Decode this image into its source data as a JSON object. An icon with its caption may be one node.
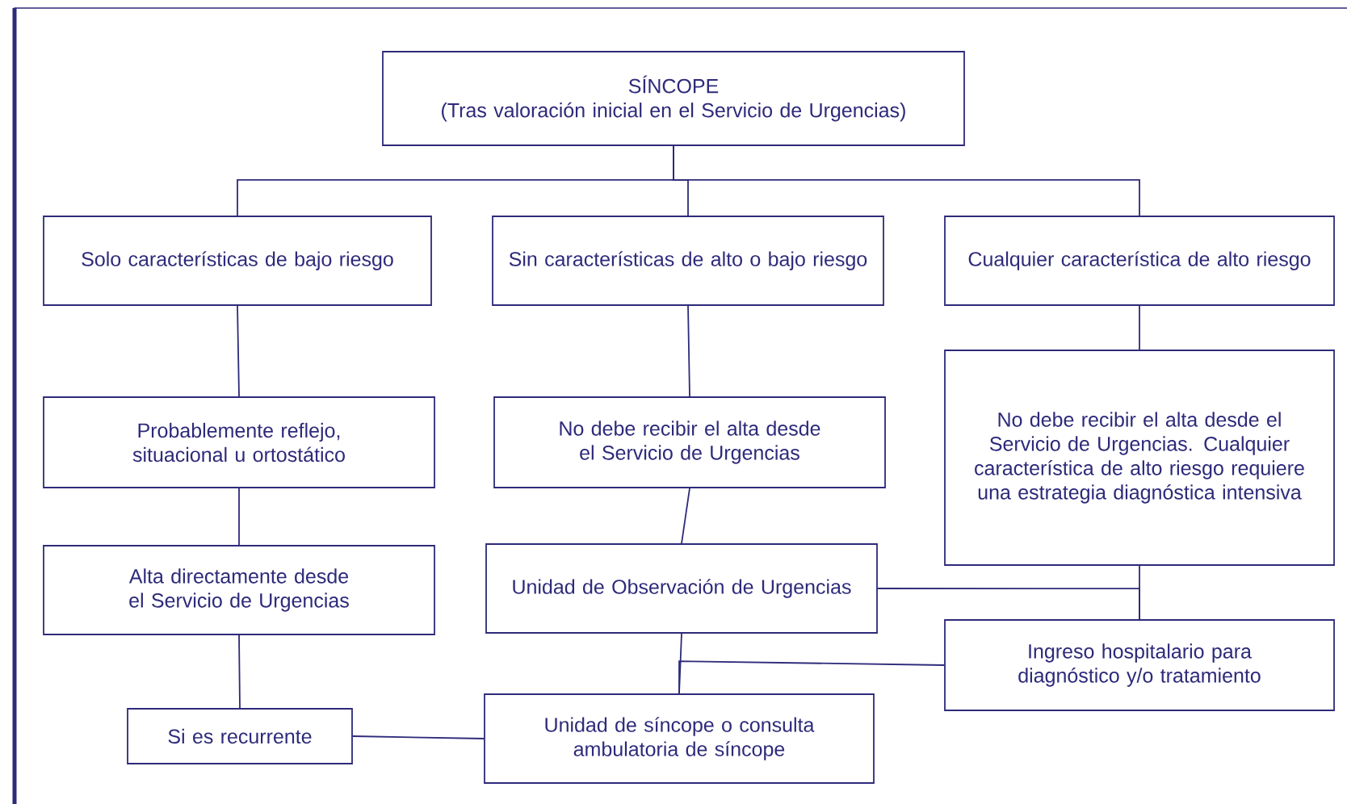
{
  "diagram": {
    "nodes": [
      {
        "text": [
          "SÍNCOPE",
          "(Tras valoración inicial en el Servicio de Urgencias)"
        ]
      },
      {
        "text": [
          "Solo características de bajo riesgo"
        ]
      },
      {
        "text": [
          "Sin características de alto o bajo riesgo"
        ]
      },
      {
        "text": [
          "Cualquier característica de alto riesgo"
        ]
      },
      {
        "text": [
          "Probablemente reflejo, situacional u ortostático"
        ]
      },
      {
        "text": [
          "No debe recibir el alta desde el Servicio de Urgencias"
        ]
      },
      {
        "text": [
          "No debe recibir el alta desde el Servicio de Urgencias. Cualquier característica de alto riesgo requiere una estrategia diagnóstica intensiva"
        ]
      },
      {
        "text": [
          "Alta directamente desde el Servicio de Urgencias"
        ]
      },
      {
        "text": [
          "Unidad de Observación de Urgencias"
        ]
      },
      {
        "text": [
          "Ingreso hospitalario para diagnóstico y/o tratamiento"
        ]
      },
      {
        "text": [
          "Si es recurrente"
        ]
      },
      {
        "text": [
          "Unidad de síncope o consulta ambulatoria de síncope"
        ]
      }
    ],
    "edges": [
      {
        "from": 0,
        "to": 1,
        "arrow": "none"
      },
      {
        "from": 0,
        "to": 2,
        "arrow": "none"
      },
      {
        "from": 0,
        "to": 3,
        "arrow": "none"
      },
      {
        "from": 1,
        "to": 4,
        "arrow": "none"
      },
      {
        "from": 2,
        "to": 5,
        "arrow": "none"
      },
      {
        "from": 3,
        "to": 6,
        "arrow": "none"
      },
      {
        "from": 4,
        "to": 7,
        "arrow": "none"
      },
      {
        "from": 5,
        "to": 8,
        "arrow": "none"
      },
      {
        "from": 6,
        "to": 9,
        "arrow": "none"
      },
      {
        "from": 8,
        "to": 9,
        "arrow": "none"
      },
      {
        "from": 7,
        "to": 10,
        "arrow": "none"
      },
      {
        "from": 8,
        "to": 11,
        "arrow": "none"
      },
      {
        "from": 9,
        "to": 11,
        "arrow": "none"
      },
      {
        "from": 10,
        "to": 11,
        "arrow": "none"
      }
    ]
  }
}
